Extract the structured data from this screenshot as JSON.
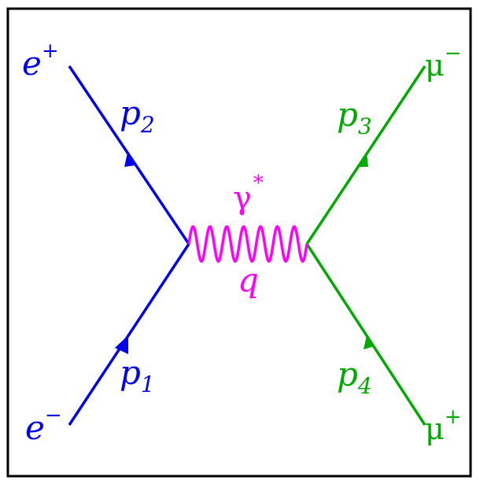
{
  "colors": {
    "frame": "#000000",
    "electron": "#0000ee",
    "muon": "#00aa00",
    "photon": "#ff00ff",
    "background": "#ffffff"
  },
  "labels": {
    "e_plus": {
      "base": "e",
      "sup": "+"
    },
    "e_minus": {
      "base": "e",
      "sup": "−"
    },
    "mu_minus": {
      "base": "μ",
      "sup": "−"
    },
    "mu_plus": {
      "base": "μ",
      "sup": "+"
    },
    "p1": {
      "base": "p",
      "sub": "1"
    },
    "p2": {
      "base": "p",
      "sub": "2"
    },
    "p3": {
      "base": "p",
      "sub": "3"
    },
    "p4": {
      "base": "p",
      "sub": "4"
    },
    "gamma": {
      "base": "γ",
      "sup": "*"
    },
    "q": "q"
  }
}
